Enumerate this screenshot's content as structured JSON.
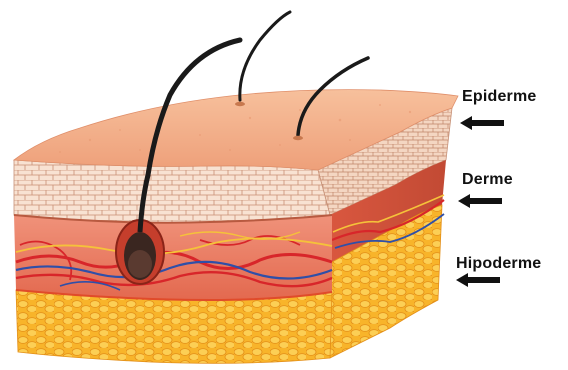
{
  "labels": {
    "epidermis": "Epiderme",
    "dermis": "Derme",
    "hypodermis": "Hipoderme"
  },
  "arrow_icon": "arrow-left-icon",
  "colors": {
    "epidermis_top": "#f4b08a",
    "epidermis_cells": "#f7dcc8",
    "dermis": "#e8735a",
    "hypodermis_fat": "#f7b82a",
    "artery": "#d8262a",
    "vein": "#2f4fa8",
    "nerve": "#f5c23a",
    "hair": "#1a1a1a"
  }
}
